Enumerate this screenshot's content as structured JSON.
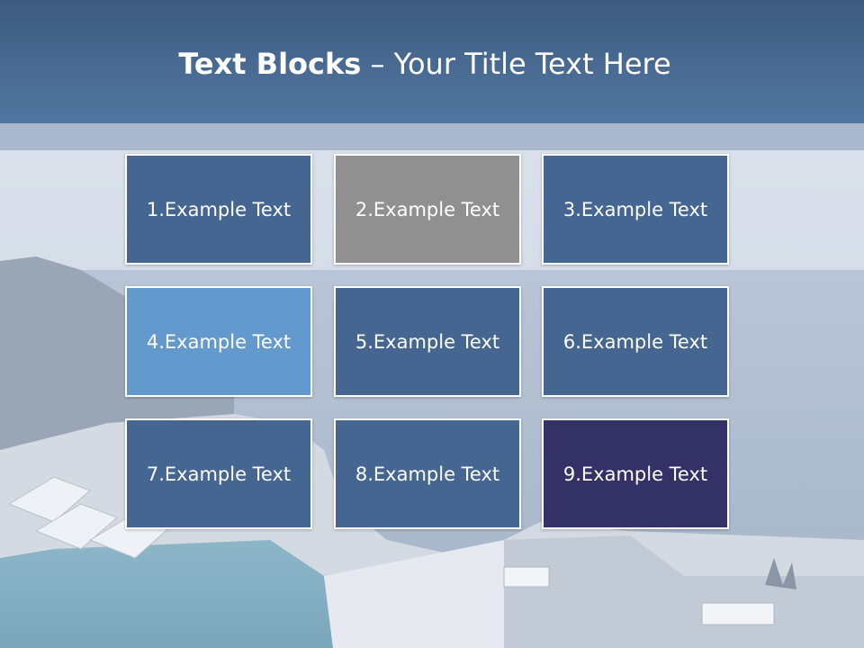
{
  "title": {
    "bold": "Text Blocks",
    "rest": " – Your Title Text Here"
  },
  "blocks": [
    {
      "label": "1.Example Text",
      "color": "#456690"
    },
    {
      "label": "2.Example Text",
      "color": "#909090"
    },
    {
      "label": "3.Example Text",
      "color": "#456690"
    },
    {
      "label": "4.Example Text",
      "color": "#6399cc"
    },
    {
      "label": "5.Example Text",
      "color": "#456690"
    },
    {
      "label": "6.Example Text",
      "color": "#456690"
    },
    {
      "label": "7.Example Text",
      "color": "#456690"
    },
    {
      "label": "8.Example Text",
      "color": "#456690"
    },
    {
      "label": "9.Example Text",
      "color": "#333166"
    }
  ]
}
